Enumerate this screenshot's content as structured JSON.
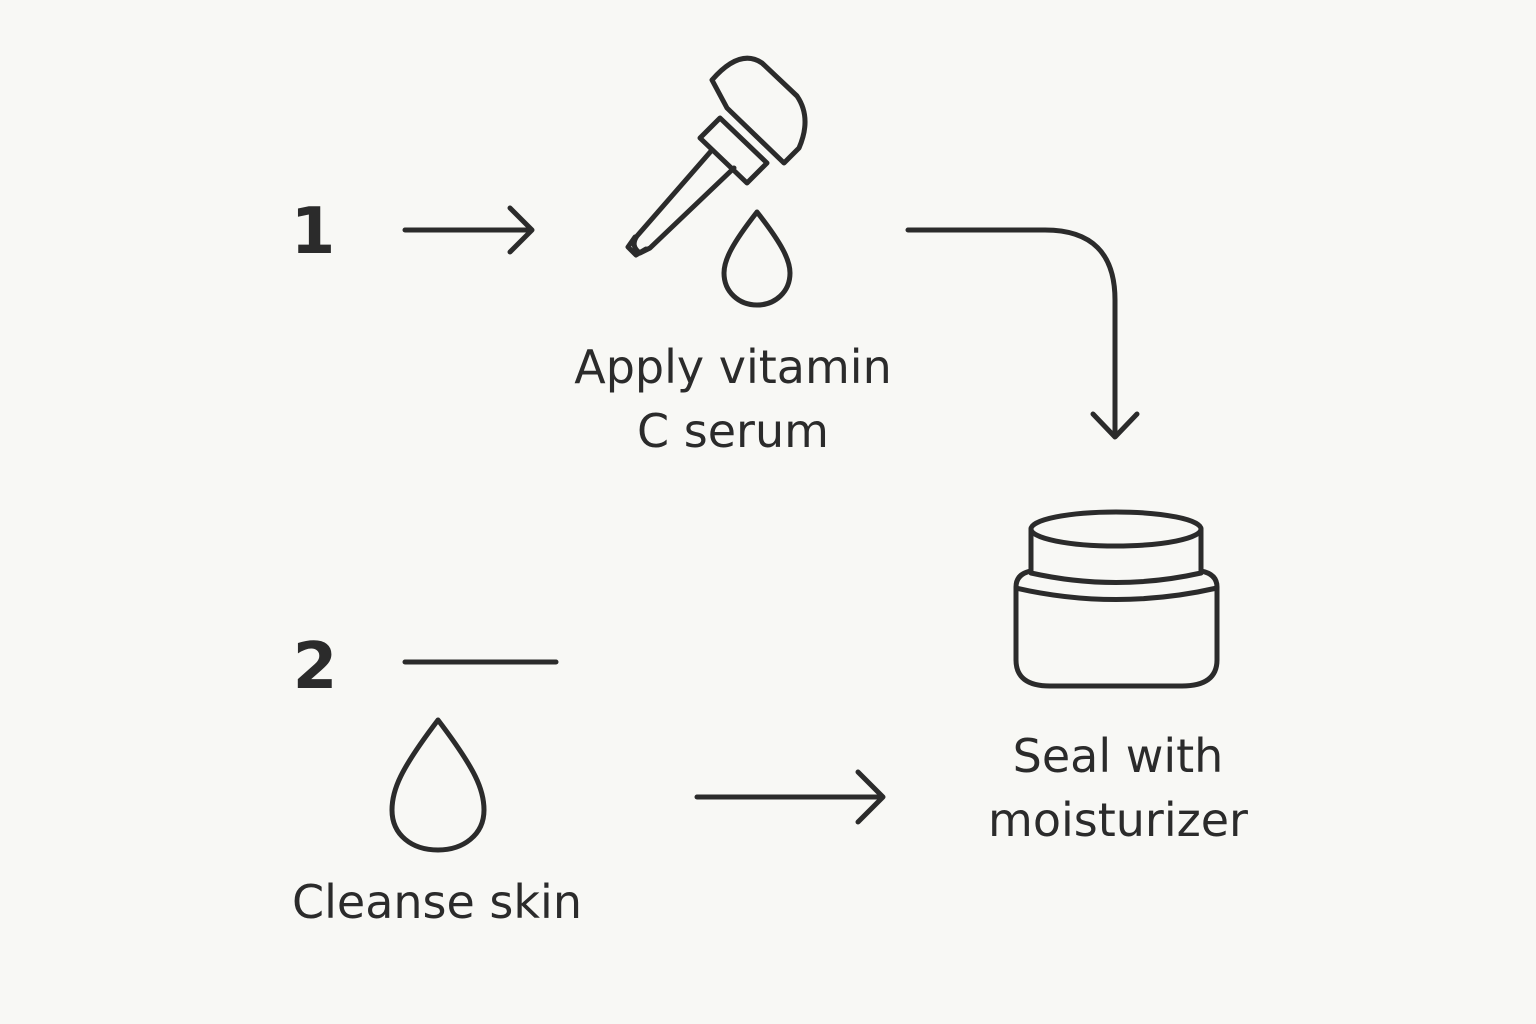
{
  "steps": {
    "step_1_number": "1",
    "step_2_number": "2",
    "serum_label_line1": "Apply vitamin",
    "serum_label_line2": "C serum",
    "cleanse_label": "Cleanse skin",
    "moisturizer_label_line1": "Seal with",
    "moisturizer_label_line2": "moisturizer"
  },
  "icons": {
    "dropper": "dropper-icon",
    "serum_drop": "drop-icon",
    "cleanse_drop": "drop-icon",
    "jar": "jar-icon"
  },
  "colors": {
    "background": "#f8f8f5",
    "stroke": "#2b2b2b"
  }
}
